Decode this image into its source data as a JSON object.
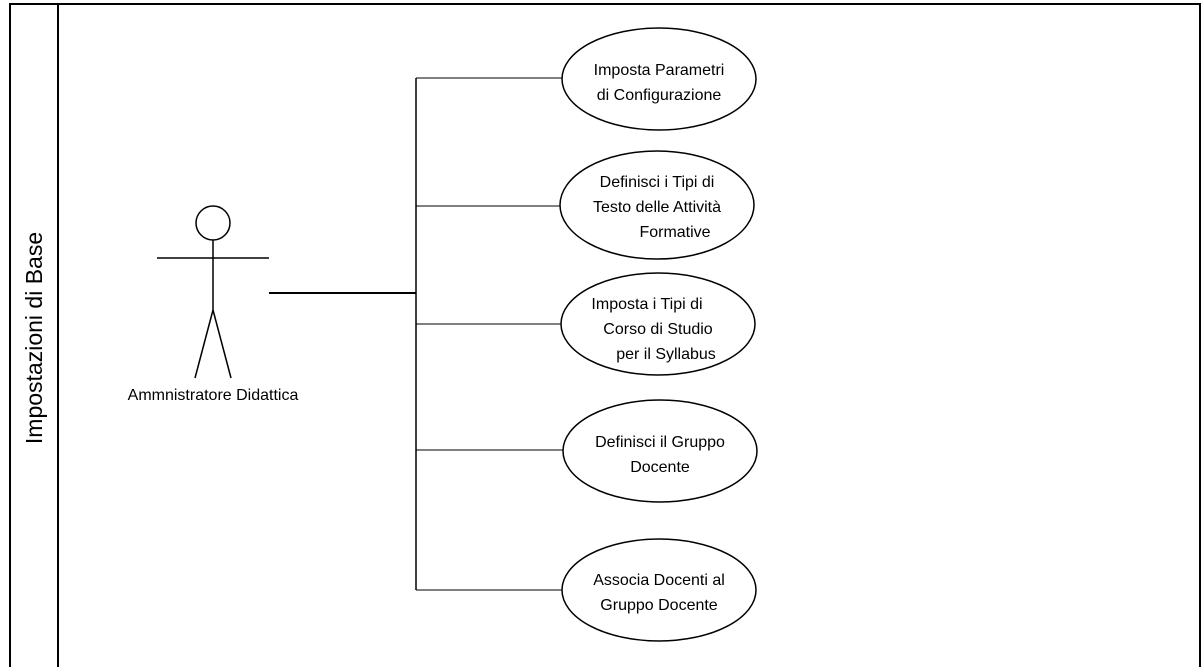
{
  "swimlane": {
    "title": "Impostazioni di Base"
  },
  "actor": {
    "name": "Ammnistratore Didattica"
  },
  "use_cases": [
    {
      "lines": [
        "Imposta Parametri",
        "di Configurazione"
      ]
    },
    {
      "lines": [
        "Definisci i Tipi di",
        "Testo delle Attività",
        "Formative"
      ]
    },
    {
      "lines": [
        "Imposta i Tipi di",
        "Corso di Studio",
        "per il Syllabus"
      ]
    },
    {
      "lines": [
        "Definisci il Gruppo",
        "Docente"
      ]
    },
    {
      "lines": [
        "Associa Docenti al",
        "Gruppo Docente"
      ]
    }
  ]
}
